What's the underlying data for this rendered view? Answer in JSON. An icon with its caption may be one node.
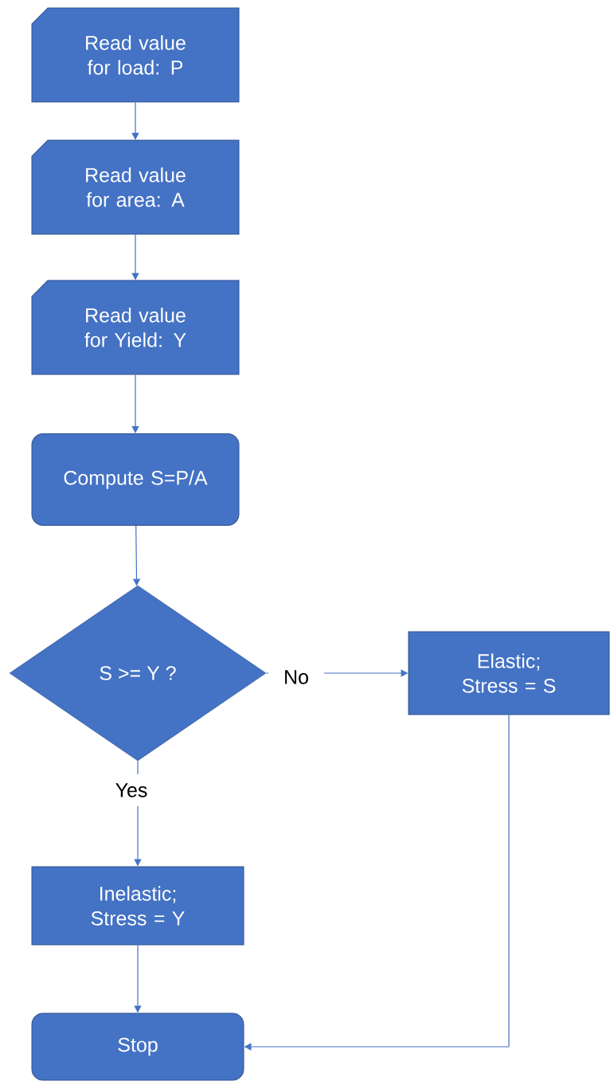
{
  "diagram": {
    "nodes": [
      {
        "text": [
          "Read value for load: P"
        ]
      },
      {
        "text": [
          "Read value for area: A"
        ]
      },
      {
        "text": [
          "Read value for Yield: Y"
        ]
      },
      {
        "text": [
          "Compute S=P/A"
        ]
      },
      {
        "text": [
          "S >= Y ?"
        ]
      },
      {
        "text": [
          "Elastic; Stress = S"
        ]
      },
      {
        "text": [
          "Inelastic; Stress = Y"
        ]
      },
      {
        "text": [
          "Stop"
        ]
      }
    ],
    "edges": [
      {
        "from": 0,
        "to": 1,
        "arrow": "to"
      },
      {
        "from": 1,
        "to": 2,
        "arrow": "to"
      },
      {
        "from": 2,
        "to": 3,
        "arrow": "to"
      },
      {
        "from": 3,
        "to": 4,
        "arrow": "to"
      },
      {
        "from": 4,
        "to": 5,
        "arrow": "to",
        "label": "No"
      },
      {
        "from": 4,
        "to": 6,
        "arrow": "to",
        "label": "Yes"
      },
      {
        "from": 6,
        "to": 7,
        "arrow": "to"
      },
      {
        "from": 5,
        "to": 7,
        "arrow": "to"
      }
    ]
  }
}
